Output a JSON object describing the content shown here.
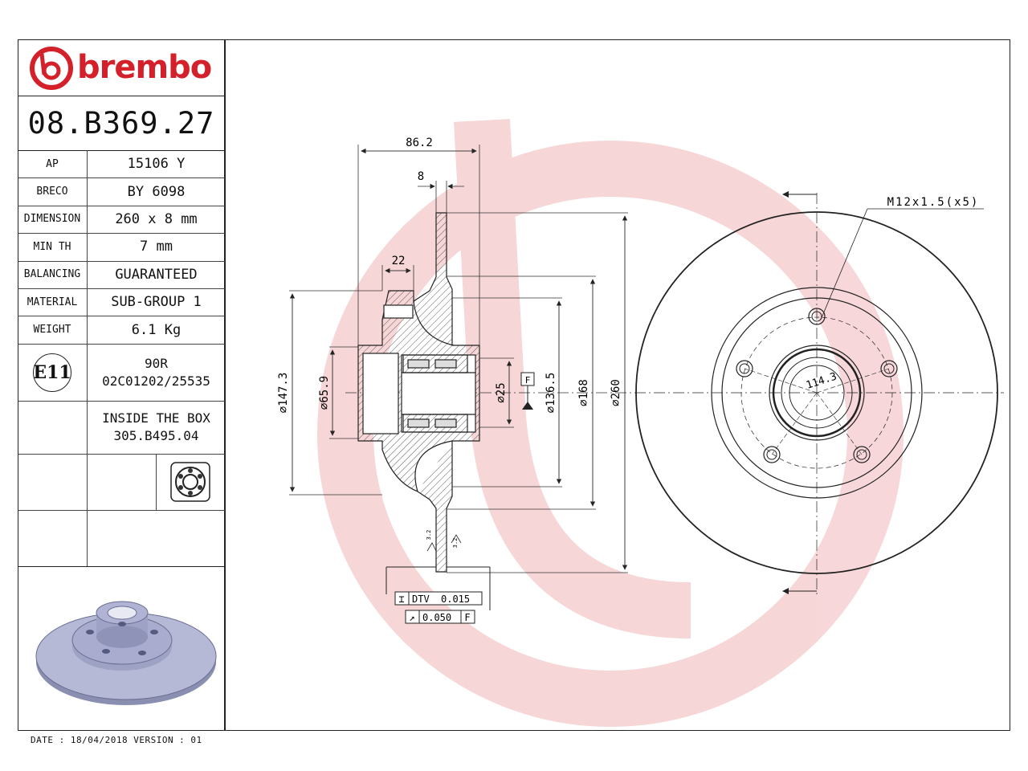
{
  "brand": {
    "name": "brembo",
    "color": "#d3202a"
  },
  "part_number": "08.B369.27",
  "specs": [
    {
      "key": "AP",
      "value": "15106 Y"
    },
    {
      "key": "BRECO",
      "value": "BY 6098"
    },
    {
      "key": "DIMENSION",
      "value": "260 x 8 mm"
    },
    {
      "key": "MIN TH",
      "value": "7 mm"
    },
    {
      "key": "BALANCING",
      "value": "GUARANTEED"
    },
    {
      "key": "MATERIAL",
      "value": "SUB-GROUP 1"
    },
    {
      "key": "WEIGHT",
      "value": "6.1 Kg"
    }
  ],
  "certification": {
    "badge": "E11",
    "line1": "90R",
    "line2": "02C01202/25535"
  },
  "inside_box": {
    "line1": "INSIDE THE BOX",
    "line2": "305.B495.04"
  },
  "footer": "DATE : 18/04/2018 VERSION : 01",
  "dimensions": {
    "width_total": "86.2",
    "thickness": "8",
    "hub_offset": "22",
    "d_outer": "⌀147.3",
    "d_bore": "⌀65.9",
    "d_hole": "⌀25",
    "d_hat": "⌀136.5",
    "d_inner_ring": "⌀168",
    "d_disc": "⌀260",
    "datum": "F",
    "surface_a": "3.2",
    "surface_b": "3.2",
    "dtv_label": "DTV",
    "dtv_value": "0.015",
    "runout_value": "0.050",
    "runout_datum": "F",
    "thread": "M12x1.5(x5)",
    "pcd": "114.3"
  }
}
